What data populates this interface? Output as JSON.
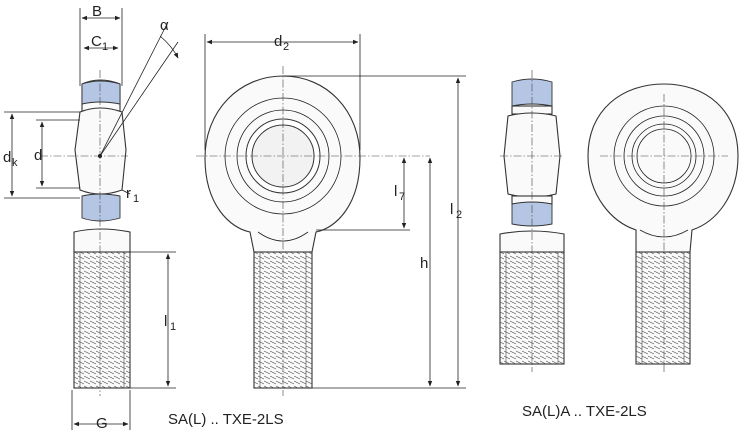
{
  "labels": {
    "B": "B",
    "C": "C",
    "C_sub": "1",
    "alpha": "α",
    "d2": "d",
    "d2_sub": "2",
    "dk": "d",
    "dk_sub": "k",
    "d": "d",
    "r": "r",
    "r_sub": "1",
    "l7": "l",
    "l7_sub": "7",
    "l2": "l",
    "l2_sub": "2",
    "h": "h",
    "l1": "l",
    "l1_sub": "1",
    "G": "G"
  },
  "captions": {
    "left": "SA(L) .. TXE-2LS",
    "right": "SA(L)A .. TXE-2LS"
  },
  "colors": {
    "seal_blue": "#b4c6e4"
  }
}
